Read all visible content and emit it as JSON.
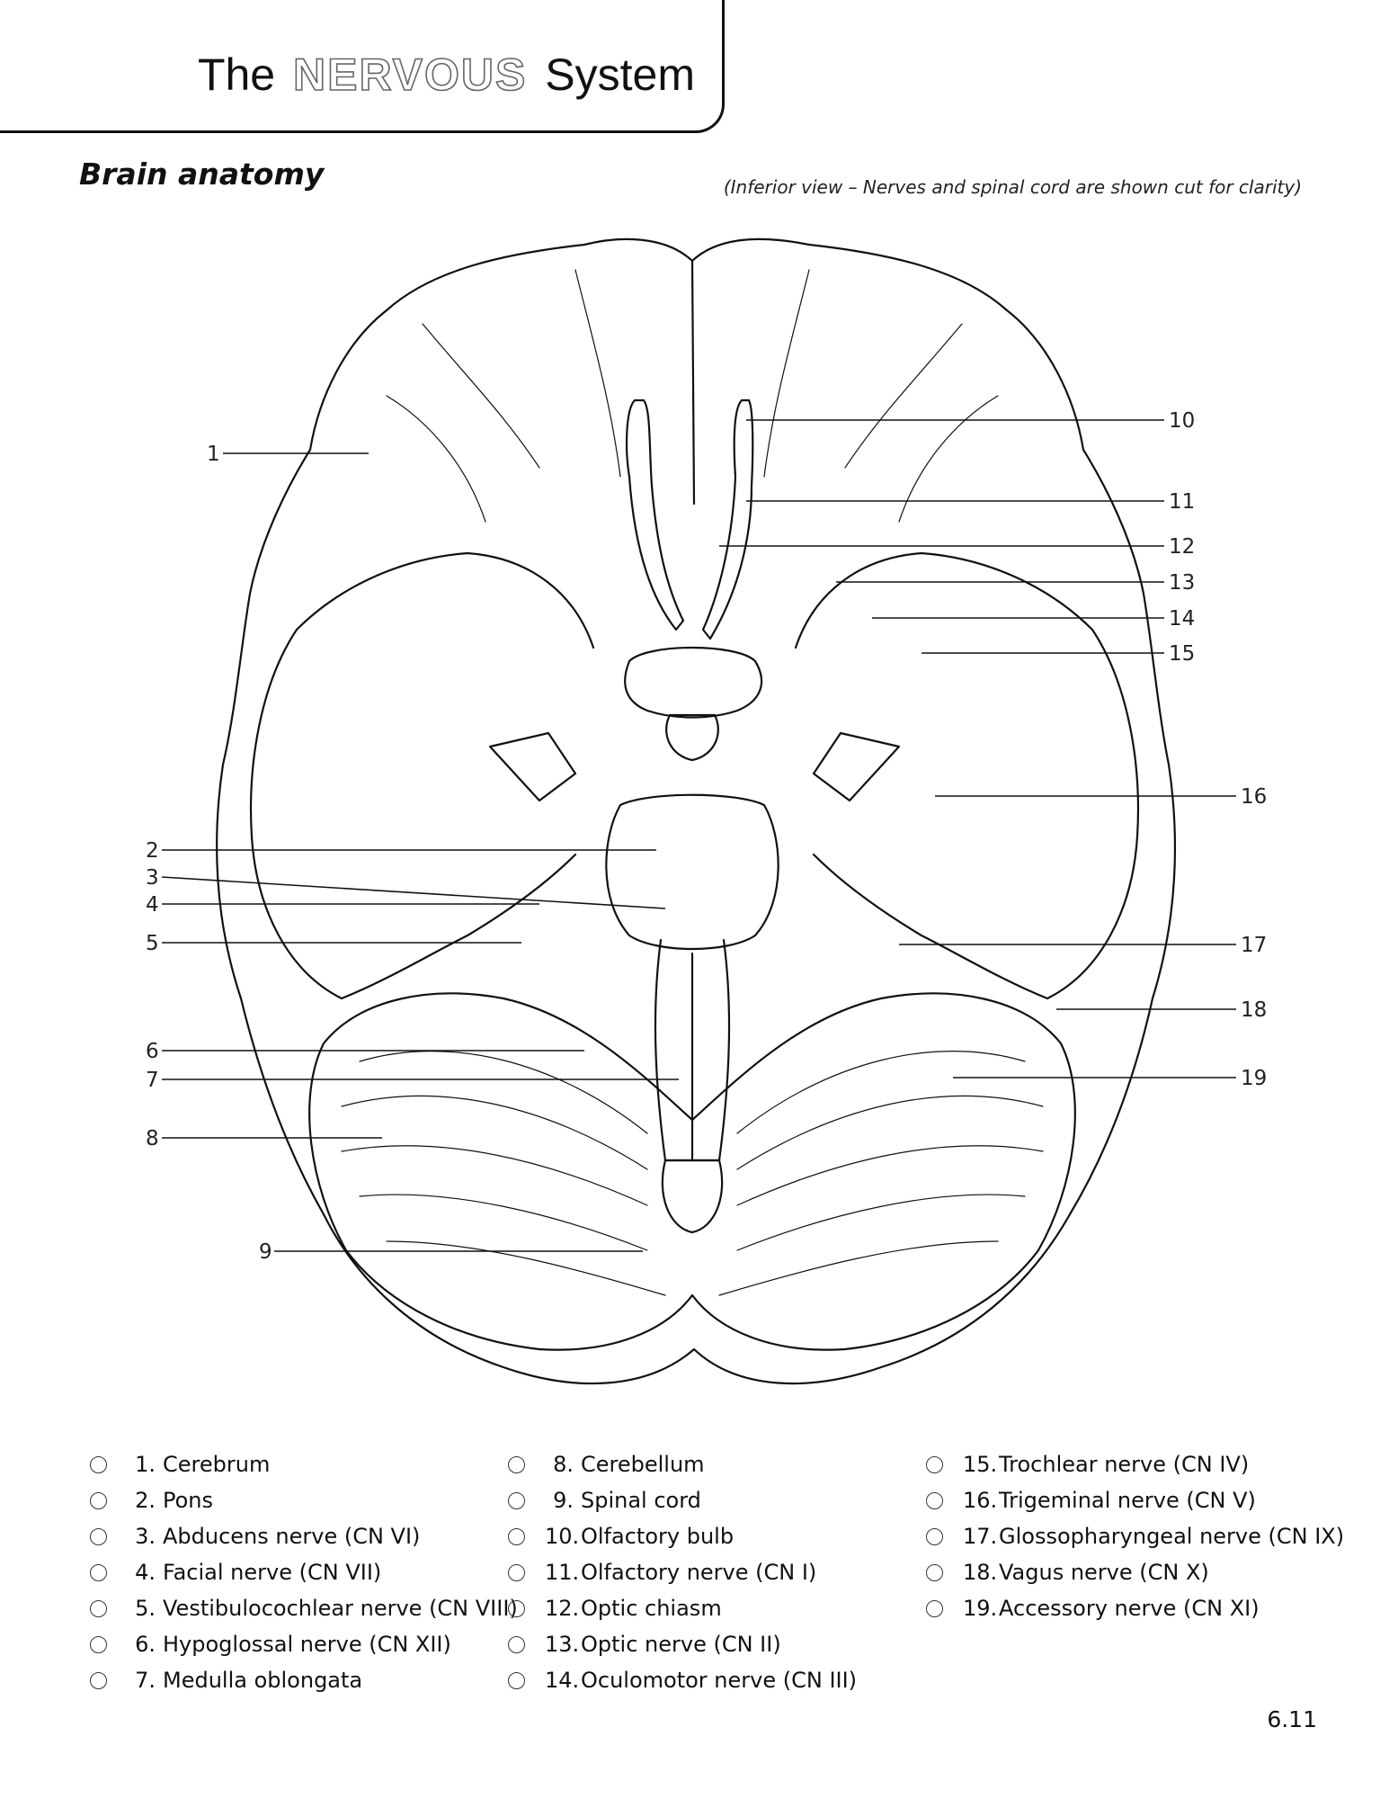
{
  "header": {
    "title_prefix": "The",
    "title_emphasis": "NERVOUS",
    "title_suffix": "System"
  },
  "section_title": "Brain anatomy",
  "caption": "(Inferior view – Nerves and spinal cord are shown cut for clarity)",
  "diagram_labels": [
    "1",
    "2",
    "3",
    "4",
    "5",
    "6",
    "7",
    "8",
    "9",
    "10",
    "11",
    "12",
    "13",
    "14",
    "15",
    "16",
    "17",
    "18",
    "19"
  ],
  "legend": {
    "column1": [
      {
        "number": "1.",
        "name": "Cerebrum"
      },
      {
        "number": "2.",
        "name": "Pons"
      },
      {
        "number": "3.",
        "name": "Abducens nerve (CN VI)"
      },
      {
        "number": "4.",
        "name": "Facial nerve (CN VII)"
      },
      {
        "number": "5.",
        "name": "Vestibulocochlear nerve (CN VIII)"
      },
      {
        "number": "6.",
        "name": "Hypoglossal nerve (CN XII)"
      },
      {
        "number": "7.",
        "name": "Medulla oblongata"
      }
    ],
    "column2": [
      {
        "number": "8.",
        "name": "Cerebellum"
      },
      {
        "number": "9.",
        "name": "Spinal cord"
      },
      {
        "number": "10.",
        "name": "Olfactory bulb"
      },
      {
        "number": "11.",
        "name": "Olfactory nerve (CN I)"
      },
      {
        "number": "12.",
        "name": "Optic chiasm"
      },
      {
        "number": "13.",
        "name": "Optic nerve (CN II)"
      },
      {
        "number": "14.",
        "name": "Oculomotor nerve (CN III)"
      }
    ],
    "column3": [
      {
        "number": "15.",
        "name": "Trochlear nerve  (CN IV)"
      },
      {
        "number": "16.",
        "name": "Trigeminal nerve (CN V)"
      },
      {
        "number": "17.",
        "name": "Glossopharyngeal nerve (CN IX)"
      },
      {
        "number": "18.",
        "name": "Vagus nerve (CN X)"
      },
      {
        "number": "19.",
        "name": "Accessory nerve (CN XI)"
      }
    ]
  },
  "page_number": "6.11"
}
